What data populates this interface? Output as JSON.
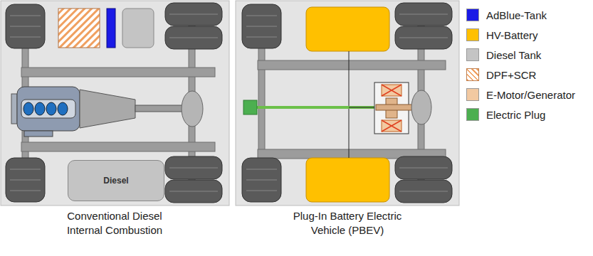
{
  "diagram": {
    "nodes": [
      {
        "text": [
          "Diesel"
        ]
      }
    ],
    "labels": [
      "Conventional Diesel Internal Combustion",
      "Plug-In Battery Electric Vehicle (PBEV)"
    ],
    "legend": [
      {
        "text": "AdBlue-Tank",
        "color": "#1a1ae6"
      },
      {
        "text": "HV-Battery",
        "color": "#ffc000"
      },
      {
        "text": "Diesel Tank",
        "color": "#c4c4c4"
      },
      {
        "text": "DPF+SCR"
      },
      {
        "text": "E-Motor/Generator",
        "color": "#f2c9a1"
      },
      {
        "text": "Electric Plug",
        "color": "#4caf50"
      }
    ]
  }
}
